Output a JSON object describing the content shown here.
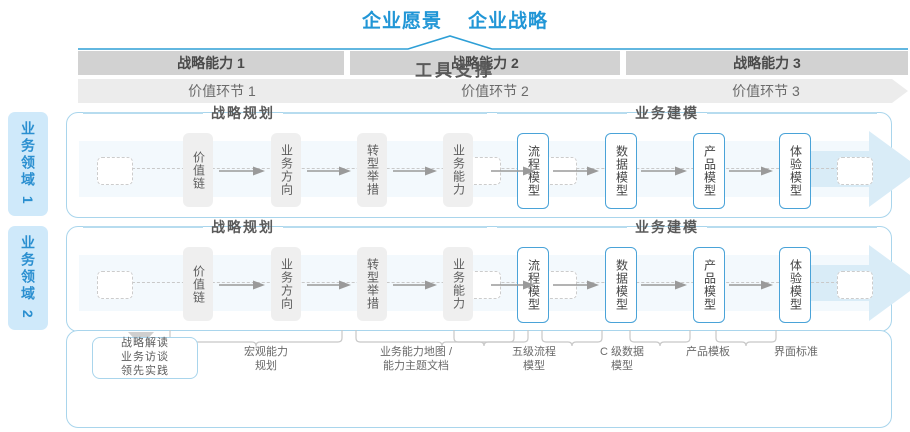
{
  "header": {
    "titles": [
      "企业愿景",
      "企业战略"
    ],
    "accent_color": "#2196d6"
  },
  "capability_bars": [
    {
      "label": "战略能力 1"
    },
    {
      "label": "战略能力 2"
    },
    {
      "label": "战略能力 3"
    }
  ],
  "value_bars": [
    {
      "label": "价值环节 1"
    },
    {
      "label": "价值环节 2"
    },
    {
      "label": "价值环节 3"
    }
  ],
  "domains": [
    {
      "side_label": "业务领域 1",
      "groups": [
        {
          "name": "战略规划",
          "nodes": [
            {
              "label": "价值链",
              "style": "gray"
            },
            {
              "label": "业务方向",
              "style": "gray"
            },
            {
              "label": "转型举措",
              "style": "gray"
            },
            {
              "label": "业务能力",
              "style": "gray"
            }
          ]
        },
        {
          "name": "业务建模",
          "nodes": [
            {
              "label": "流程模型",
              "style": "blue"
            },
            {
              "label": "数据模型",
              "style": "blue"
            },
            {
              "label": "产品模型",
              "style": "blue"
            },
            {
              "label": "体验模型",
              "style": "blue"
            }
          ]
        }
      ]
    },
    {
      "side_label": "业务领域 2",
      "groups": [
        {
          "name": "战略规划",
          "nodes": [
            {
              "label": "价值链",
              "style": "gray"
            },
            {
              "label": "业务方向",
              "style": "gray"
            },
            {
              "label": "转型举措",
              "style": "gray"
            },
            {
              "label": "业务能力",
              "style": "gray"
            }
          ]
        },
        {
          "name": "业务建模",
          "nodes": [
            {
              "label": "流程模型",
              "style": "blue"
            },
            {
              "label": "数据模型",
              "style": "blue"
            },
            {
              "label": "产品模型",
              "style": "blue"
            },
            {
              "label": "体验模型",
              "style": "blue"
            }
          ]
        }
      ]
    }
  ],
  "footer": {
    "title": "工具支撑",
    "strategy_box": [
      "战略解读",
      "业务访谈",
      "领先实践"
    ],
    "tool_labels": [
      {
        "lines": [
          "宏观能力",
          "规划"
        ]
      },
      {
        "lines": [
          "业务能力地图 /",
          "能力主题文档"
        ]
      },
      {
        "lines": [
          "五级流程",
          "模型"
        ]
      },
      {
        "lines": [
          "C 级数据",
          "模型"
        ]
      },
      {
        "lines": [
          "产品模板"
        ]
      },
      {
        "lines": [
          "界面标准"
        ]
      }
    ]
  },
  "colors": {
    "accent_blue": "#2196d6",
    "bar_gray": "#d2d2d2",
    "bar_light": "#ececec",
    "node_gray": "#efefef",
    "node_blue_border": "#4aa3d8",
    "row_border": "#a9d5ec",
    "side_label_bg": "#cfe9fa",
    "big_arrow": "#d9ecf7"
  }
}
